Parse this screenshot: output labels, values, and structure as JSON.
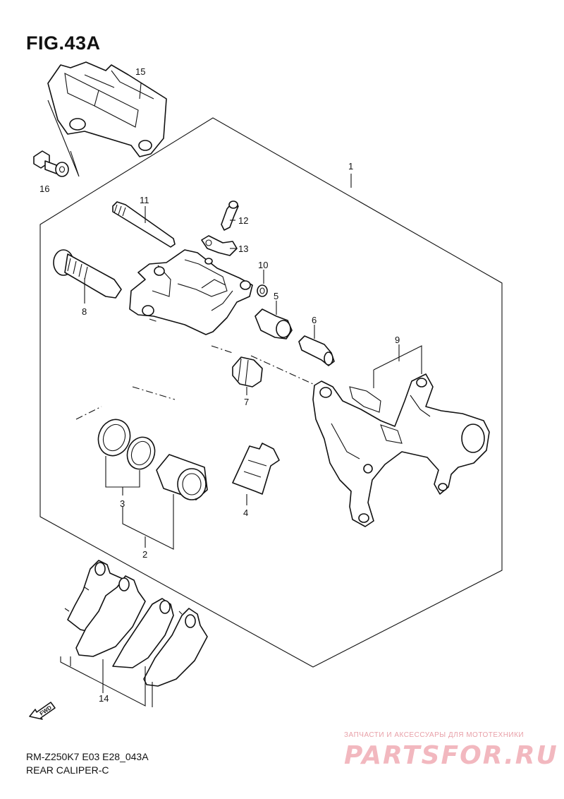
{
  "figure": {
    "title": "FIG.43A"
  },
  "callouts": {
    "c1": "1",
    "c2": "2",
    "c3": "3",
    "c4": "4",
    "c5": "5",
    "c6": "6",
    "c7": "7",
    "c8": "8",
    "c9": "9",
    "c10": "10",
    "c11": "11",
    "c12": "12",
    "c13": "13",
    "c14": "14",
    "c15": "15",
    "c16": "16"
  },
  "fwd_label": "FWD",
  "footer": {
    "code": "RM-Z250K7 E03 E28_043A",
    "name": "REAR CALIPER-C"
  },
  "watermark": {
    "caption": "ЗАПЧАСТИ И АКСЕССУАРЫ ДЛЯ МОТОТЕХНИКИ",
    "logo": "PARTSFOR.RU"
  },
  "colors": {
    "line": "#111111",
    "background": "#ffffff",
    "watermark": "#f2b8bf"
  }
}
